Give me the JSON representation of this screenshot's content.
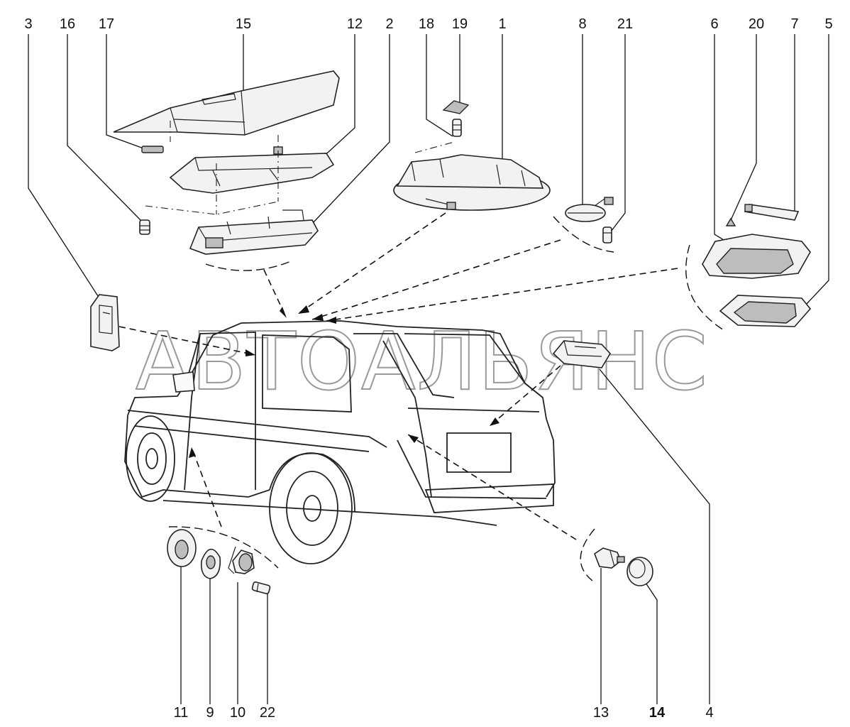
{
  "watermark": "АВТОАЛЬЯНС",
  "callouts": [
    {
      "id": "c3",
      "label": "3"
    },
    {
      "id": "c16",
      "label": "16"
    },
    {
      "id": "c17",
      "label": "17"
    },
    {
      "id": "c15",
      "label": "15"
    },
    {
      "id": "c12",
      "label": "12"
    },
    {
      "id": "c2",
      "label": "2"
    },
    {
      "id": "c18",
      "label": "18"
    },
    {
      "id": "c19",
      "label": "19"
    },
    {
      "id": "c1",
      "label": "1"
    },
    {
      "id": "c8",
      "label": "8"
    },
    {
      "id": "c21",
      "label": "21"
    },
    {
      "id": "c6",
      "label": "6"
    },
    {
      "id": "c20",
      "label": "20"
    },
    {
      "id": "c7",
      "label": "7"
    },
    {
      "id": "c5",
      "label": "5"
    },
    {
      "id": "c11",
      "label": "11"
    },
    {
      "id": "c9",
      "label": "9"
    },
    {
      "id": "c10",
      "label": "10"
    },
    {
      "id": "c22",
      "label": "22"
    },
    {
      "id": "c13",
      "label": "13"
    },
    {
      "id": "c14",
      "label": "14"
    },
    {
      "id": "c4",
      "label": "4"
    }
  ]
}
